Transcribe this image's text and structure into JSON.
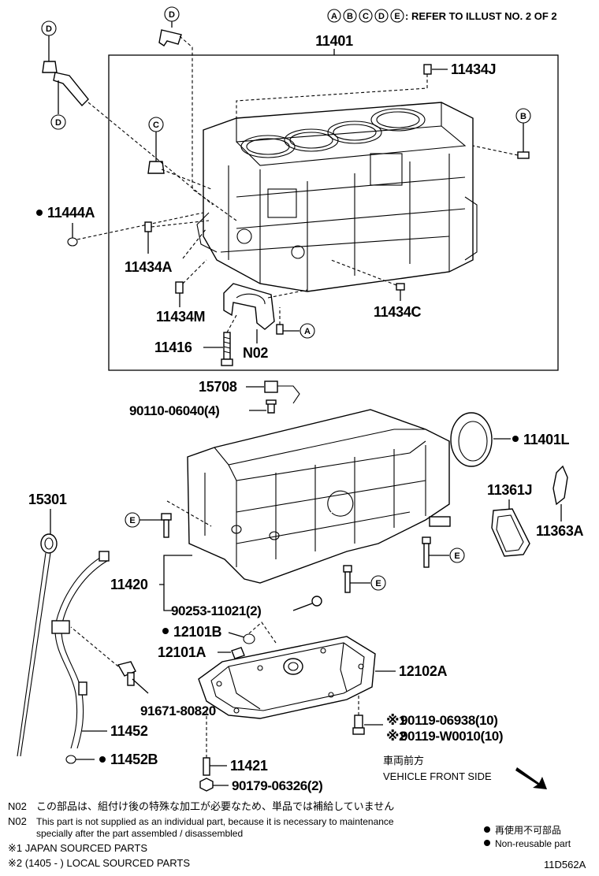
{
  "header": {
    "ref_letters": [
      "A",
      "B",
      "C",
      "D",
      "E"
    ],
    "ref_text": ": REFER TO ILLUST NO. 2 OF 2"
  },
  "labels": {
    "p11401": "11401",
    "p11434J": "11434J",
    "p11444A": "11444A",
    "p11434A": "11434A",
    "p11434M": "11434M",
    "p11434C": "11434C",
    "p11416": "11416",
    "pN02": "N02",
    "p15708": "15708",
    "p90110": "90110-06040(4)",
    "p11401L": "11401L",
    "p15301": "15301",
    "p11361J": "11361J",
    "p11363A": "11363A",
    "p11420": "11420",
    "p90253": "90253-11021(2)",
    "p12101B": "12101B",
    "p12101A": "12101A",
    "p12102A": "12102A",
    "p91671": "91671-80820",
    "p11452": "11452",
    "p11452B": "11452B",
    "p90119a": "90119-06938(10)",
    "p90119b": "90119-W0010(10)",
    "p11421": "11421",
    "p90179": "90179-06326(2)"
  },
  "markers": {
    "mark1": "※1",
    "mark2": "※2"
  },
  "circle_refs": {
    "A": "A",
    "B": "B",
    "C": "C",
    "D": "D",
    "E": "E"
  },
  "front": {
    "jp": "車両前方",
    "en": "VEHICLE FRONT SIDE"
  },
  "notes": {
    "n02_tag": "N02",
    "n02_jp": "この部品は、組付け後の特殊な加工が必要なため、単品では補給していません",
    "n02_en_1": "This part is not supplied as an individual part, because it is necessary to maintenance",
    "n02_en_2": "specially after the part assembled / disassembled",
    "fn1": "※1 JAPAN SOURCED PARTS",
    "fn2": "※2 (1405 -        ) LOCAL SOURCED PARTS"
  },
  "legend": {
    "jp": "再使用不可部品",
    "en": "Non-reusable part"
  },
  "illust_no": "11D562A"
}
